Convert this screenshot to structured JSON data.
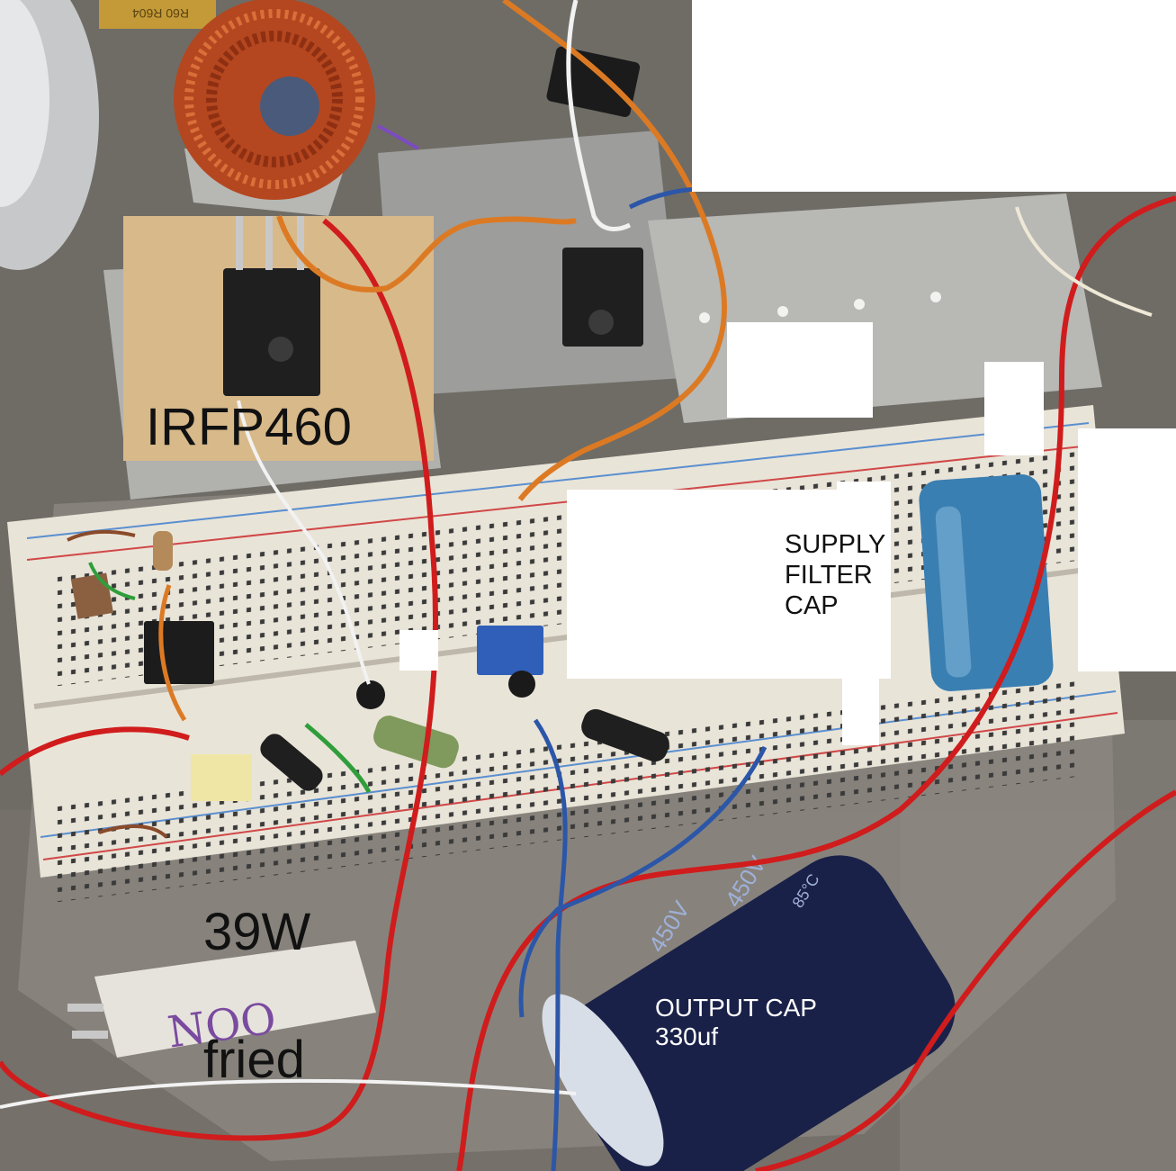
{
  "annotations": {
    "mosfet_label": "IRFP460",
    "supply_cap_label": "SUPPLY\nFILTER\nCAP",
    "resistor_wattage_label": "39W",
    "resistor_status_label": "fried",
    "output_cap_label": "OUTPUT CAP\n330uf"
  },
  "component_markings": {
    "output_cap_rating": "450V",
    "output_cap_temp": "85°C"
  },
  "colors": {
    "bench": "#6f6c66",
    "breadboard": "#e9e4d8",
    "heatsink": "#a9a9a6",
    "pcb": "#d8b98a",
    "copper_coil": "#b4471f",
    "wire_red": "#d01c1c",
    "wire_orange": "#dc7a24",
    "wire_blue": "#2c56a8",
    "cap_blue": "#3a7fb2",
    "cap_navy": "#1a2148",
    "label_text": "#111111"
  }
}
